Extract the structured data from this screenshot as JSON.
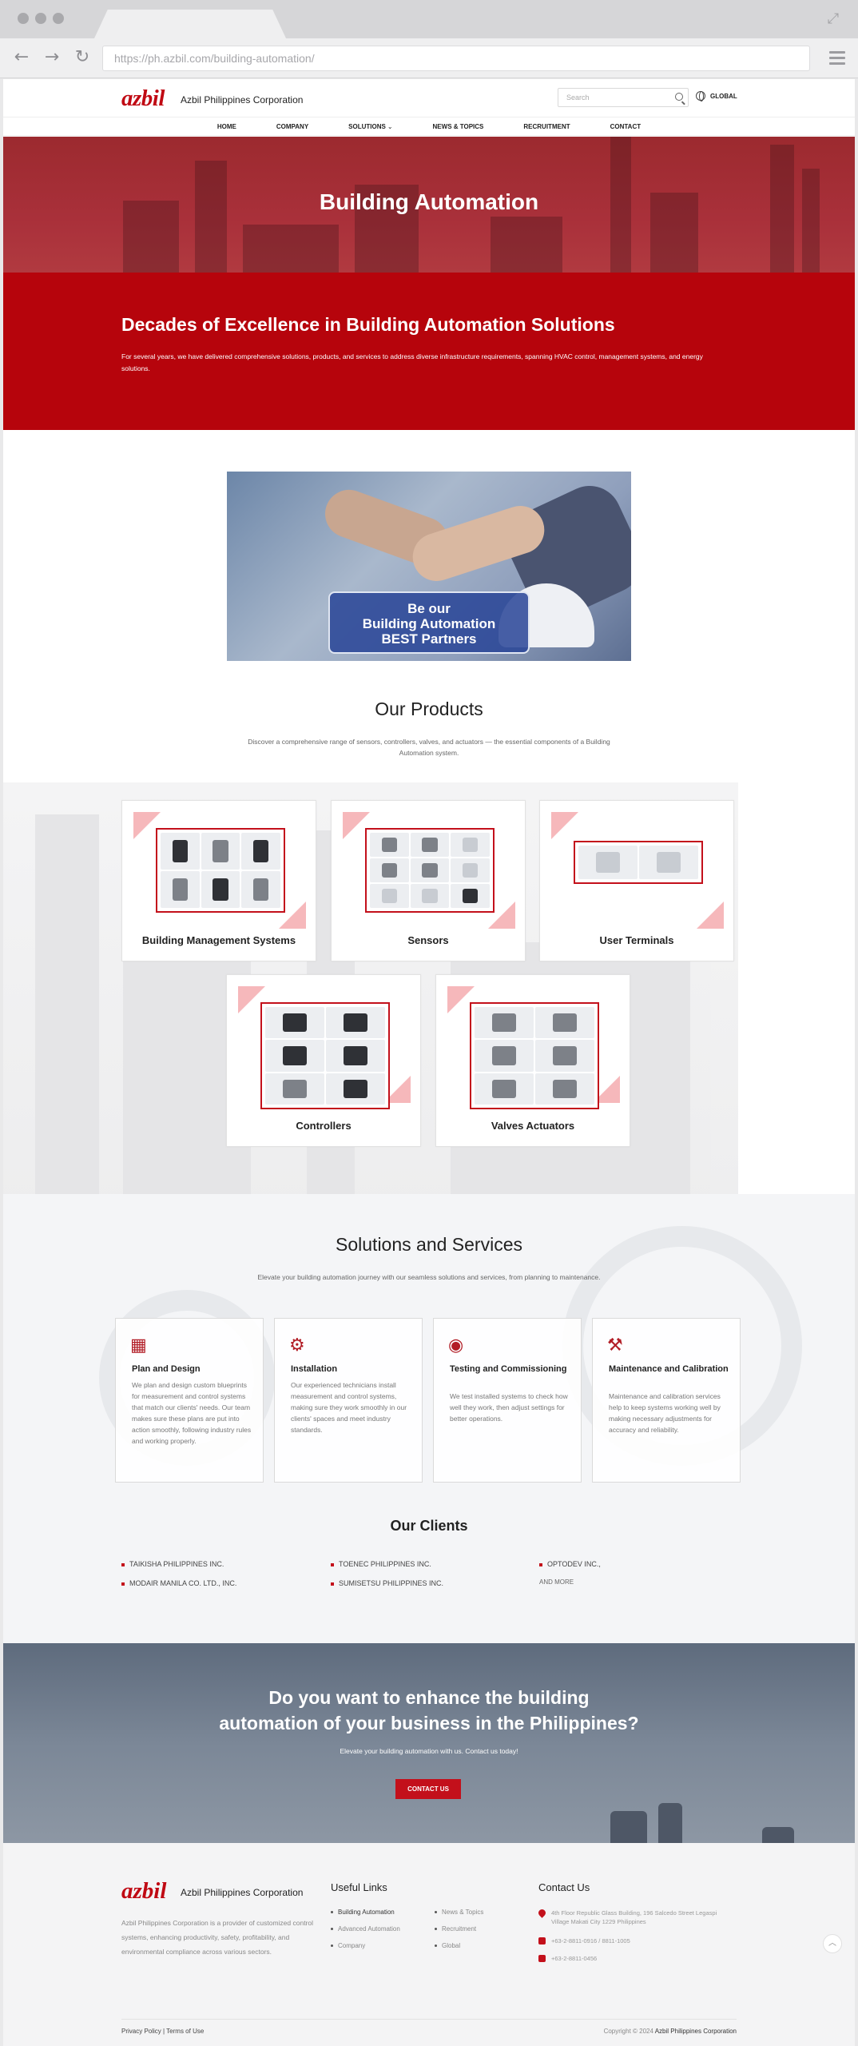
{
  "browser": {
    "url": "https://ph.azbil.com/building-automation/"
  },
  "header": {
    "logo": "azbil",
    "company": "Azbil Philippines Corporation",
    "search_placeholder": "Search",
    "global": "GLOBAL",
    "nav": [
      "HOME",
      "COMPANY",
      "SOLUTIONS",
      "NEWS & TOPICS",
      "RECRUITMENT",
      "CONTACT"
    ]
  },
  "hero": {
    "title": "Building Automation"
  },
  "intro": {
    "heading": "Decades of Excellence in Building Automation Solutions",
    "text": "For several years, we have delivered comprehensive solutions, products, and services to address diverse infrastructure requirements, spanning HVAC control, management systems, and energy solutions."
  },
  "partner": {
    "line1": "Be our",
    "line2": "Building Automation",
    "line3": "BEST Partners"
  },
  "products": {
    "title": "Our Products",
    "desc": "Discover a comprehensive range of sensors, controllers, valves, and actuators — the essential components of a Building Automation system.",
    "items": [
      "Building Management Systems",
      "Sensors",
      "User Terminals",
      "Controllers",
      "Valves Actuators"
    ]
  },
  "solutions": {
    "title": "Solutions and Services",
    "desc": "Elevate your building automation journey with our seamless solutions and services, from planning to maintenance.",
    "items": [
      {
        "title": "Plan and Design",
        "text": "We plan and design custom blueprints for measurement and control systems that match our clients' needs. Our team makes sure these plans are put into action smoothly, following industry rules and working properly.",
        "icon": "blueprint-icon"
      },
      {
        "title": "Installation",
        "text": "Our experienced technicians install measurement and control systems, making sure they work smoothly in our clients' spaces and meet industry standards.",
        "icon": "installation-icon"
      },
      {
        "title": "Testing and Commissioning",
        "text": "We test installed systems to check how well they work, then adjust settings for better operations.",
        "icon": "eye-icon"
      },
      {
        "title": "Maintenance and Calibration",
        "text": "Maintenance and calibration services help to keep systems working well by making necessary adjustments for accuracy and reliability.",
        "icon": "wrench-icon"
      }
    ]
  },
  "clients": {
    "title": "Our Clients",
    "items": [
      "TAIKISHA PHILIPPINES INC.",
      "TOENEC PHILIPPINES INC.",
      "OPTODEV INC.,",
      "MODAIR MANILA CO. LTD., INC.",
      "SUMISETSU PHILIPPINES INC."
    ],
    "more": "AND MORE"
  },
  "cta": {
    "line1": "Do you want to enhance the building",
    "line2": "automation of your business in the Philippines?",
    "text": "Elevate your building automation with us. Contact us today!",
    "button": "CONTACT US"
  },
  "footer": {
    "logo": "azbil",
    "company": "Azbil Philippines Corporation",
    "desc": "Azbil Philippines Corporation is a provider of customized control systems, enhancing productivity, safety, profitability, and environmental compliance across various sectors.",
    "useful_links_title": "Useful Links",
    "links_col1": [
      "Building Automation",
      "Advanced Automation",
      "Company"
    ],
    "links_col2": [
      "News & Topics",
      "Recruitment",
      "Global"
    ],
    "contact_title": "Contact Us",
    "address": "4th Floor Republic Glass Building, 196 Salcedo Street Legaspi Village Makati City 1229 Philippines",
    "phone": "+63-2-8811-0916 / 8811-1005",
    "fax": "+63-2-8811-0456",
    "policy": "Privacy Policy | Terms of Use",
    "copyright_prefix": "Copyright © 2024",
    "copyright_name": "Azbil Philippines Corporation"
  }
}
